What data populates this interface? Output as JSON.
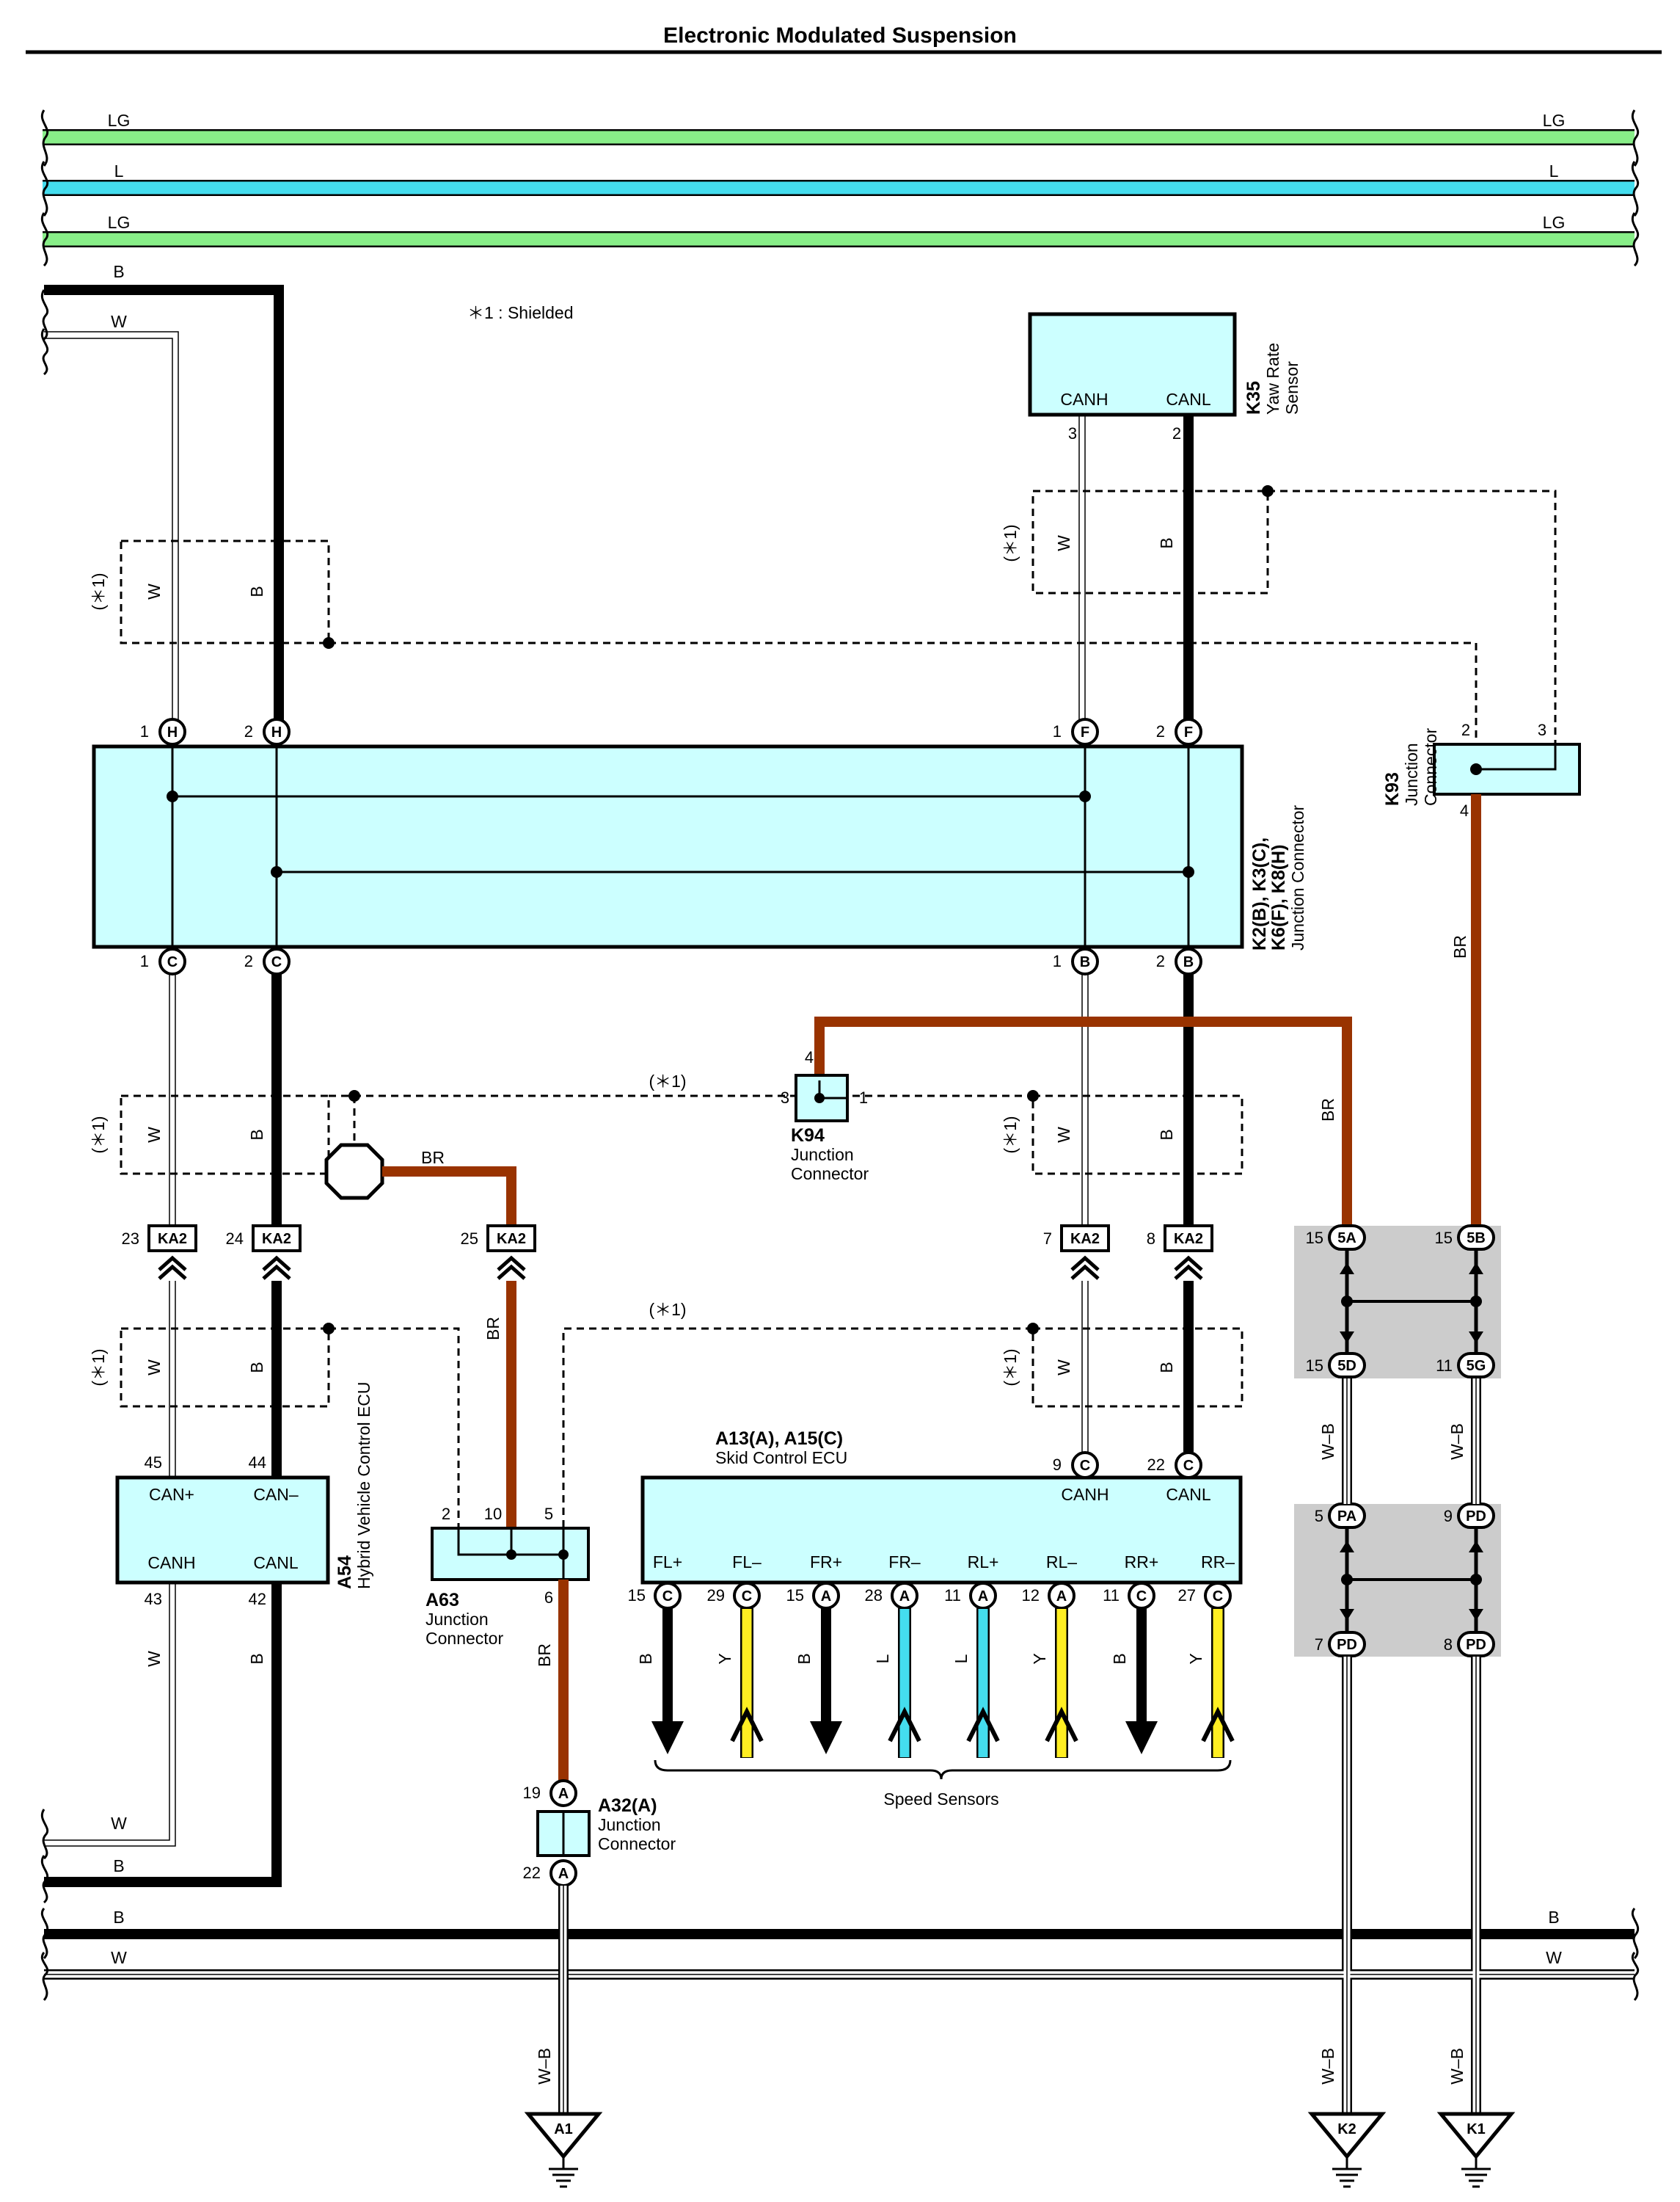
{
  "title": "Electronic Modulated Suspension",
  "note": "＊1 : Shielded",
  "shield_label": "(＊1)",
  "wire_colors": {
    "LG": "#88ee88",
    "L": "#44ddee",
    "B": "#000000",
    "W": "#ffffff",
    "BR": "#993300",
    "Y": "#ffee22",
    "W-B": "#ffffff",
    "component_fill": "#ccffff",
    "block_fill": "#cccccc"
  },
  "bus_lines": {
    "top": [
      "LG",
      "L",
      "LG"
    ],
    "left_in": [
      "B",
      "W"
    ],
    "left_out": [
      "W",
      "B"
    ],
    "bottom": [
      "B",
      "W"
    ]
  },
  "components": {
    "k35": {
      "code": "K35",
      "name_line1": "Yaw Rate",
      "name_line2": "Sensor",
      "pin_names": [
        "CANH",
        "CANL"
      ],
      "pins": [
        "3",
        "2"
      ],
      "wires": [
        "W",
        "B"
      ]
    },
    "jc_k": {
      "code_line1": "K2(B), K3(C),",
      "code_line2": "K6(F), K8(H)",
      "name": "Junction Connector",
      "top_pins": [
        {
          "num": "1",
          "id": "H"
        },
        {
          "num": "2",
          "id": "H"
        },
        {
          "num": "1",
          "id": "F"
        },
        {
          "num": "2",
          "id": "F"
        }
      ],
      "bottom_pins": [
        {
          "num": "1",
          "id": "C"
        },
        {
          "num": "2",
          "id": "C"
        },
        {
          "num": "1",
          "id": "B"
        },
        {
          "num": "2",
          "id": "B"
        }
      ]
    },
    "k93": {
      "code": "K93",
      "name_line1": "Junction",
      "name_line2": "Connector",
      "pins": [
        "2",
        "3",
        "4"
      ],
      "wire": "BR"
    },
    "k94": {
      "code": "K94",
      "name_line1": "Junction",
      "name_line2": "Connector",
      "pins": [
        "4",
        "3",
        "1"
      ],
      "wire": "BR"
    },
    "ka2": [
      {
        "num": "23",
        "id": "KA2",
        "wire": "W"
      },
      {
        "num": "24",
        "id": "KA2",
        "wire": "B"
      },
      {
        "num": "25",
        "id": "KA2",
        "wire": "BR"
      },
      {
        "num": "7",
        "id": "KA2",
        "wire": "W"
      },
      {
        "num": "8",
        "id": "KA2",
        "wire": "B"
      }
    ],
    "a54": {
      "code": "A54",
      "name": "Hybrid Vehicle Control ECU",
      "labels_top": [
        "CAN+",
        "CAN–"
      ],
      "labels_bottom": [
        "CANH",
        "CANL"
      ],
      "pins_top": [
        "45",
        "44"
      ],
      "pins_bottom": [
        "43",
        "42"
      ],
      "wires": [
        "W",
        "B"
      ]
    },
    "a63": {
      "code": "A63",
      "name_line1": "Junction",
      "name_line2": "Connector",
      "pins": [
        "2",
        "10",
        "5",
        "6"
      ],
      "wire": "BR"
    },
    "skid": {
      "code": "A13(A), A15(C)",
      "name": "Skid Control ECU",
      "pin_names": [
        "CANH",
        "CANL"
      ],
      "can_pins": [
        {
          "num": "9",
          "id": "C"
        },
        {
          "num": "22",
          "id": "C"
        }
      ],
      "sensors": [
        {
          "label": "FL+",
          "num": "15",
          "id": "C",
          "wire": "B",
          "dir": "down"
        },
        {
          "label": "FL–",
          "num": "29",
          "id": "C",
          "wire": "Y",
          "dir": "up"
        },
        {
          "label": "FR+",
          "num": "15",
          "id": "A",
          "wire": "B",
          "dir": "down"
        },
        {
          "label": "FR–",
          "num": "28",
          "id": "A",
          "wire": "L",
          "dir": "up"
        },
        {
          "label": "RL+",
          "num": "11",
          "id": "A",
          "wire": "L",
          "dir": "up"
        },
        {
          "label": "RL–",
          "num": "12",
          "id": "A",
          "wire": "Y",
          "dir": "up"
        },
        {
          "label": "RR+",
          "num": "11",
          "id": "C",
          "wire": "B",
          "dir": "down"
        },
        {
          "label": "RR–",
          "num": "27",
          "id": "C",
          "wire": "Y",
          "dir": "up"
        }
      ],
      "speed_label": "Speed Sensors"
    },
    "a32": {
      "code": "A32(A)",
      "name_line1": "Junction",
      "name_line2": "Connector",
      "pins": [
        {
          "num": "19",
          "id": "A"
        },
        {
          "num": "22",
          "id": "A"
        }
      ],
      "wire": "W–B"
    },
    "block1": {
      "pins": [
        {
          "num": "15",
          "id": "5A"
        },
        {
          "num": "15",
          "id": "5B"
        },
        {
          "num": "15",
          "id": "5D"
        },
        {
          "num": "11",
          "id": "5G"
        }
      ]
    },
    "block2": {
      "pins": [
        {
          "num": "5",
          "id": "PA"
        },
        {
          "num": "9",
          "id": "PD"
        },
        {
          "num": "7",
          "id": "PD"
        },
        {
          "num": "8",
          "id": "PD"
        }
      ]
    },
    "grounds": [
      "A1",
      "K2",
      "K1"
    ],
    "wb_label": "W–B"
  }
}
